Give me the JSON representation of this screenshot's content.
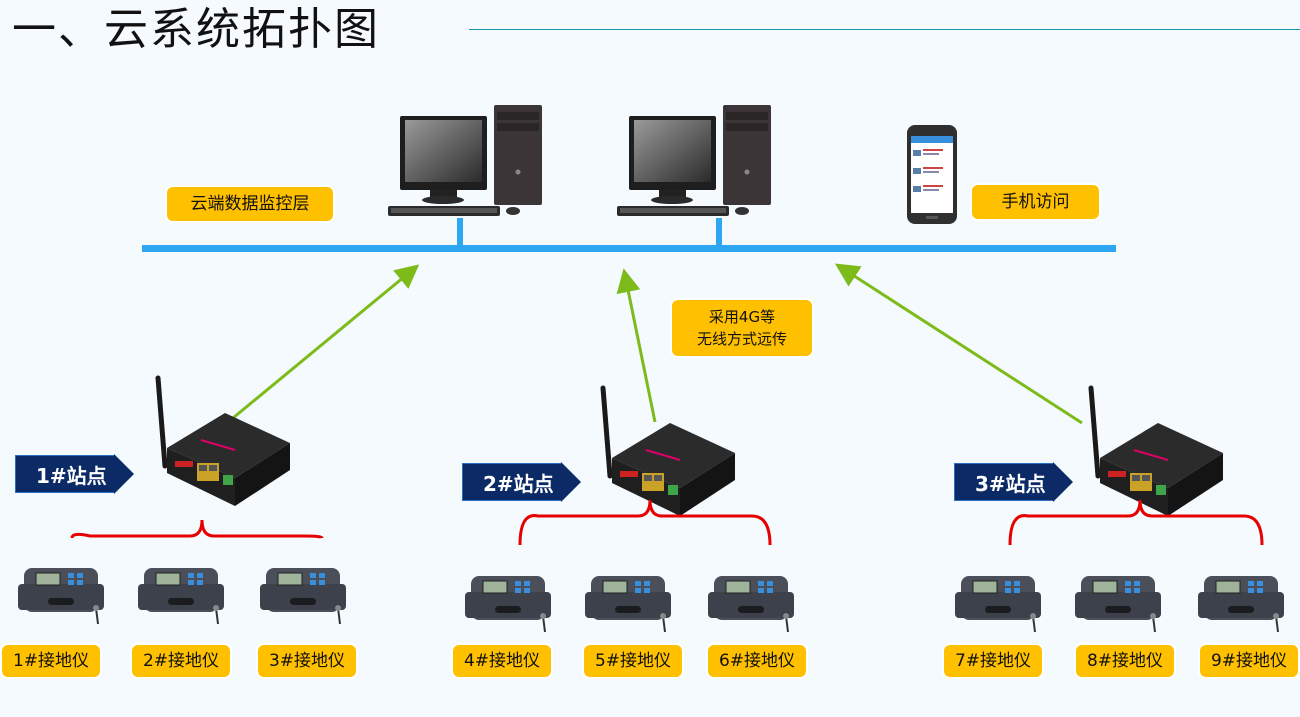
{
  "title": "一、云系统拓扑图",
  "colors": {
    "bus": "#2ea6f2",
    "title_rule": "#1b96a8",
    "label_bg": "#ffc000",
    "station_bg": "#0b2a66",
    "arrow": "#7dbb1a",
    "bracket": "#e60000"
  },
  "cloud_layer": {
    "label": "云端数据监控层",
    "devices": [
      {
        "name": "computer-1",
        "type": "desktop-computer"
      },
      {
        "name": "computer-2",
        "type": "desktop-computer"
      },
      {
        "name": "phone",
        "type": "mobile-phone"
      }
    ],
    "mobile_label": "手机访问"
  },
  "transmission_label": {
    "line1": "采用4G等",
    "line2": "无线方式远传"
  },
  "stations": [
    {
      "label": "1#站点",
      "gateway": "4g-router",
      "meters": [
        "1#接地仪",
        "2#接地仪",
        "3#接地仪"
      ]
    },
    {
      "label": "2#站点",
      "gateway": "4g-router",
      "meters": [
        "4#接地仪",
        "5#接地仪",
        "6#接地仪"
      ]
    },
    {
      "label": "3#站点",
      "gateway": "4g-router",
      "meters": [
        "7#接地仪",
        "8#接地仪",
        "9#接地仪"
      ]
    }
  ]
}
